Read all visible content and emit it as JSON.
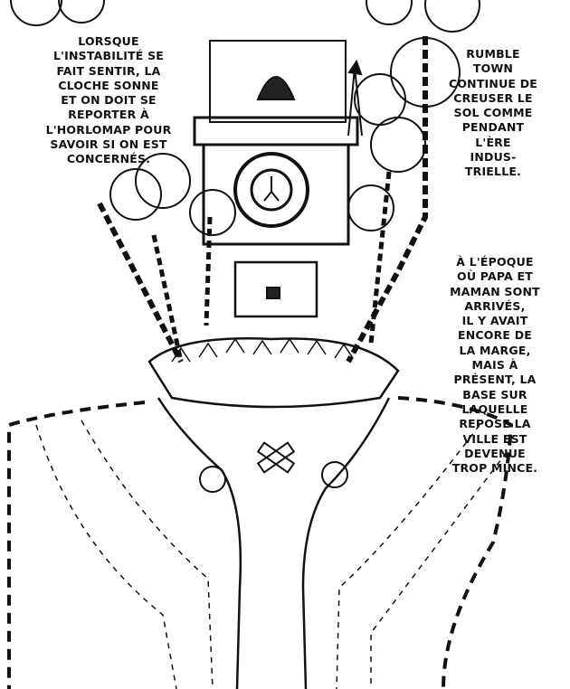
{
  "captions": {
    "left": [
      "LORSQUE",
      "L'INSTABILITÉ SE",
      "FAIT SENTIR, LA",
      "CLOCHE SONNE",
      "ET ON DOIT SE",
      "REPORTER À",
      "L'HORLOMAP POUR",
      "SAVOIR SI ON EST",
      "CONCERNÉS."
    ],
    "right_top": [
      "RUMBLE",
      "TOWN",
      "CONTINUE DE",
      "CREUSER LE",
      "SOL COMME",
      "PENDANT",
      "L'ÈRE",
      "INDUS-",
      "TRIELLE."
    ],
    "right_bottom": [
      "À L'ÉPOQUE",
      "OÙ PAPA ET",
      "MAMAN SONT",
      "ARRIVÉS,",
      "IL Y AVAIT",
      "ENCORE DE",
      "LA MARGE,",
      "MAIS À",
      "PRÉSENT, LA",
      "BASE SUR",
      "LAQUELLE",
      "REPOSE LA",
      "VILLE EST",
      "DEVENUE",
      "TROP MINCE."
    ]
  },
  "colors": {
    "ink": "#111111",
    "paper": "#ffffff"
  }
}
